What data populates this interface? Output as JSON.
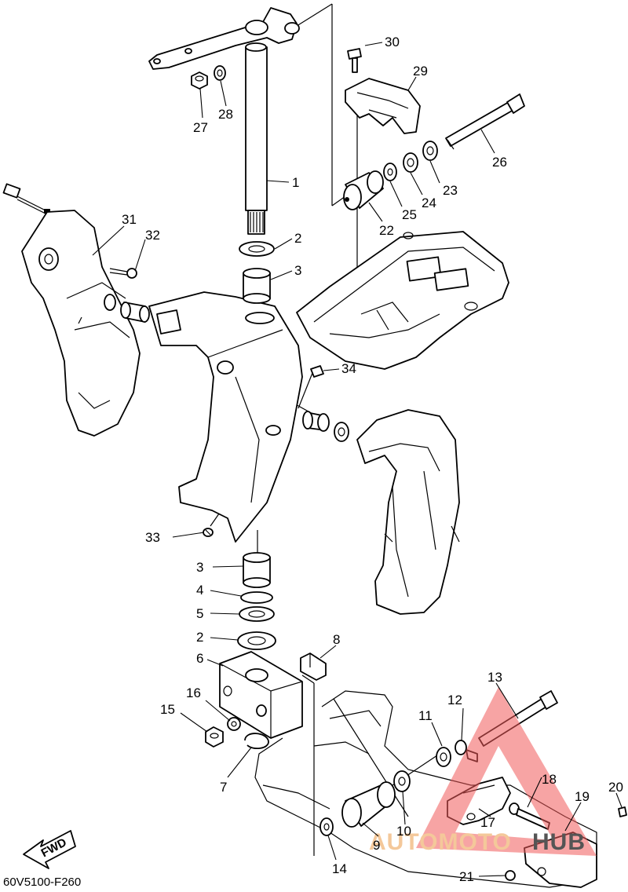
{
  "diagram_code": "60V5100-F260",
  "fwd_label": "FWD",
  "watermark": {
    "part1": "AUTOMOTO",
    "part2": "HUB",
    "color1": "#f4c89a",
    "color2": "#555555",
    "triangle_color": "#f05a5a"
  },
  "callouts": [
    {
      "id": "c30",
      "label": "30"
    },
    {
      "id": "c29",
      "label": "29"
    },
    {
      "id": "c27",
      "label": "27"
    },
    {
      "id": "c28",
      "label": "28"
    },
    {
      "id": "c26",
      "label": "26"
    },
    {
      "id": "c1",
      "label": "1"
    },
    {
      "id": "c23",
      "label": "23"
    },
    {
      "id": "c24",
      "label": "24"
    },
    {
      "id": "c25",
      "label": "25"
    },
    {
      "id": "c22",
      "label": "22"
    },
    {
      "id": "c31",
      "label": "31"
    },
    {
      "id": "c32",
      "label": "32"
    },
    {
      "id": "c2a",
      "label": "2"
    },
    {
      "id": "c3a",
      "label": "3"
    },
    {
      "id": "c34",
      "label": "34"
    },
    {
      "id": "c33",
      "label": "33"
    },
    {
      "id": "c3b",
      "label": "3"
    },
    {
      "id": "c4",
      "label": "4"
    },
    {
      "id": "c5",
      "label": "5"
    },
    {
      "id": "c2b",
      "label": "2"
    },
    {
      "id": "c8",
      "label": "8"
    },
    {
      "id": "c6",
      "label": "6"
    },
    {
      "id": "c13",
      "label": "13"
    },
    {
      "id": "c16",
      "label": "16"
    },
    {
      "id": "c15",
      "label": "15"
    },
    {
      "id": "c12",
      "label": "12"
    },
    {
      "id": "c11",
      "label": "11"
    },
    {
      "id": "c7",
      "label": "7"
    },
    {
      "id": "c18",
      "label": "18"
    },
    {
      "id": "c19",
      "label": "19"
    },
    {
      "id": "c20",
      "label": "20"
    },
    {
      "id": "c10",
      "label": "10"
    },
    {
      "id": "c17",
      "label": "17"
    },
    {
      "id": "c9",
      "label": "9"
    },
    {
      "id": "c14",
      "label": "14"
    },
    {
      "id": "c21",
      "label": "21"
    }
  ]
}
